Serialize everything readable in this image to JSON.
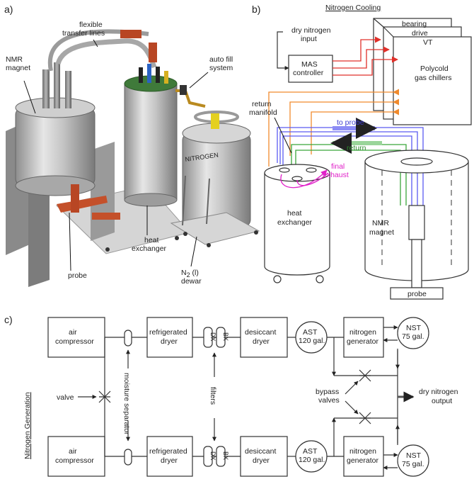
{
  "panel_a": {
    "tag": "a)",
    "labels": {
      "nmr_magnet": [
        "NMR",
        "magnet"
      ],
      "flexible": [
        "flexible",
        "transfer lines"
      ],
      "auto_fill": [
        "auto fill",
        "system"
      ],
      "heat_exchanger": [
        "heat",
        "exchanger"
      ],
      "probe": "probe",
      "dewar_n2": "N",
      "dewar_sub": "2",
      "dewar_l": " (l)",
      "dewar": "dewar",
      "nitrogen_text": "NITROGEN"
    }
  },
  "panel_b": {
    "tag": "b)",
    "title": "Nitrogen Cooling",
    "dry_input": [
      "dry nitrogen",
      "input"
    ],
    "mas": [
      "MAS",
      "controller"
    ],
    "chiller_layers": [
      "bearing",
      "drive",
      "VT"
    ],
    "chillers": [
      "Polycold",
      "gas chillers"
    ],
    "return_manifold": [
      "return",
      "manifold"
    ],
    "to_probe": "to probe",
    "return": "return",
    "final_exhaust": [
      "final",
      "exhaust"
    ],
    "heat_exchanger": [
      "heat",
      "exchanger"
    ],
    "nmr": [
      "NMR",
      "magnet"
    ],
    "probe": "probe",
    "colors": {
      "red": "#e0302a",
      "orange": "#f08a2c",
      "blue": "#5b5bf0",
      "green": "#3aa63a",
      "magenta": "#e020c8"
    }
  },
  "panel_c": {
    "tag": "c)",
    "side_title": "Nitrogen Generation",
    "air": [
      "air",
      "compressor"
    ],
    "dryer": [
      "refrigerated",
      "dryer"
    ],
    "desiccant": [
      "desiccant",
      "dryer"
    ],
    "ast": [
      "AST",
      "120 gal."
    ],
    "generator": [
      "nitrogen",
      "generator"
    ],
    "nst": [
      "NST",
      "75 gal."
    ],
    "dx": "DX",
    "bx": "BX",
    "valve": "valve",
    "moisture": "moisture separator",
    "filters": "filters",
    "bypass": [
      "bypass",
      "valves"
    ],
    "output": [
      "dry nitrogen",
      "output"
    ]
  }
}
